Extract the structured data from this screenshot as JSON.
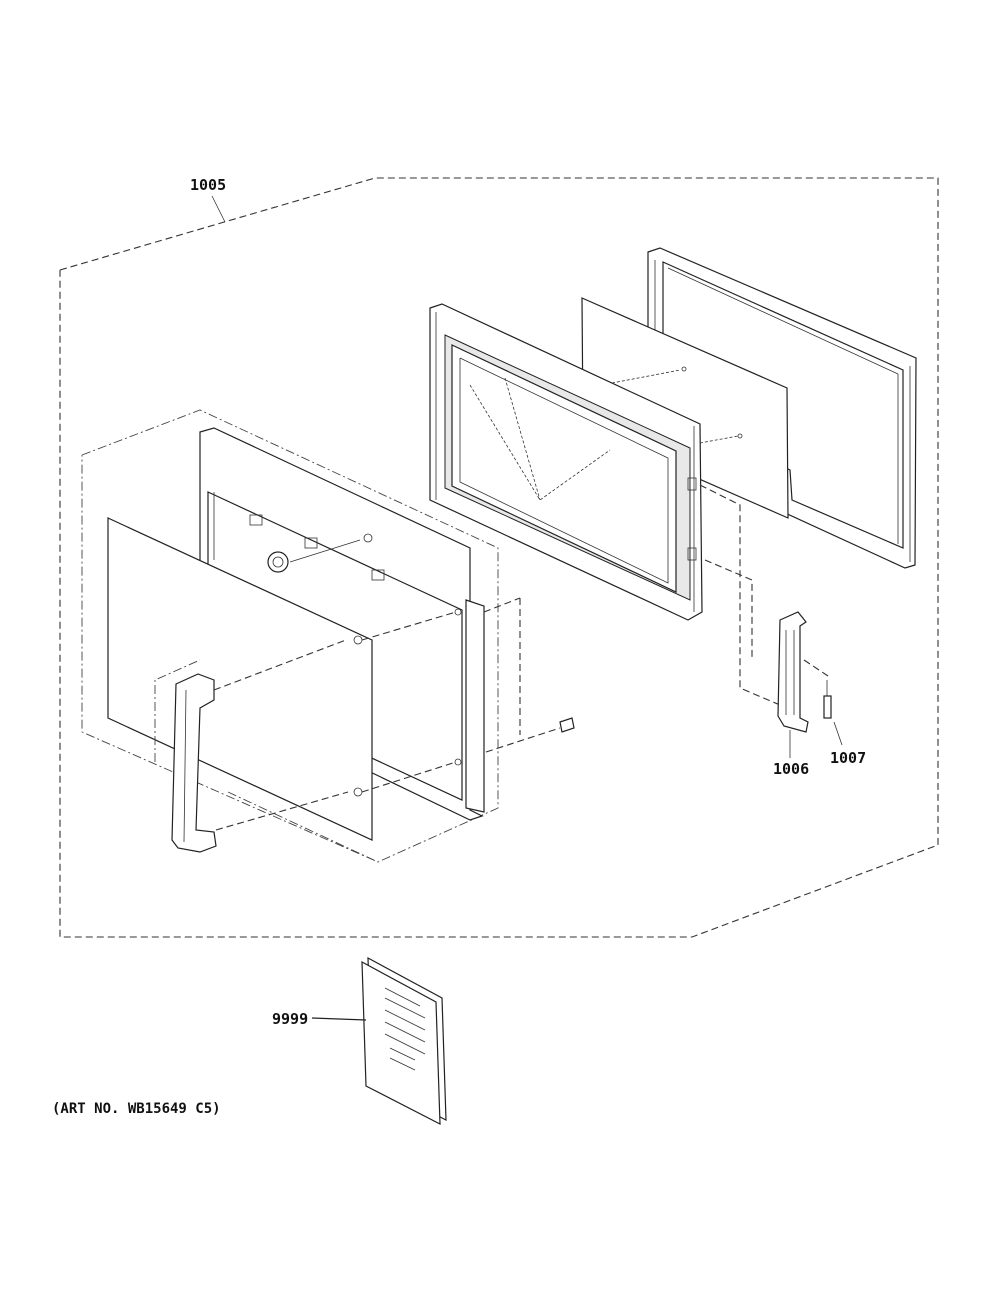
{
  "labels": {
    "door_assembly": "1005",
    "latch_hook": "1006",
    "spring": "1007",
    "manual": "9999"
  },
  "art_number": "(ART NO. WB15649 C5)"
}
